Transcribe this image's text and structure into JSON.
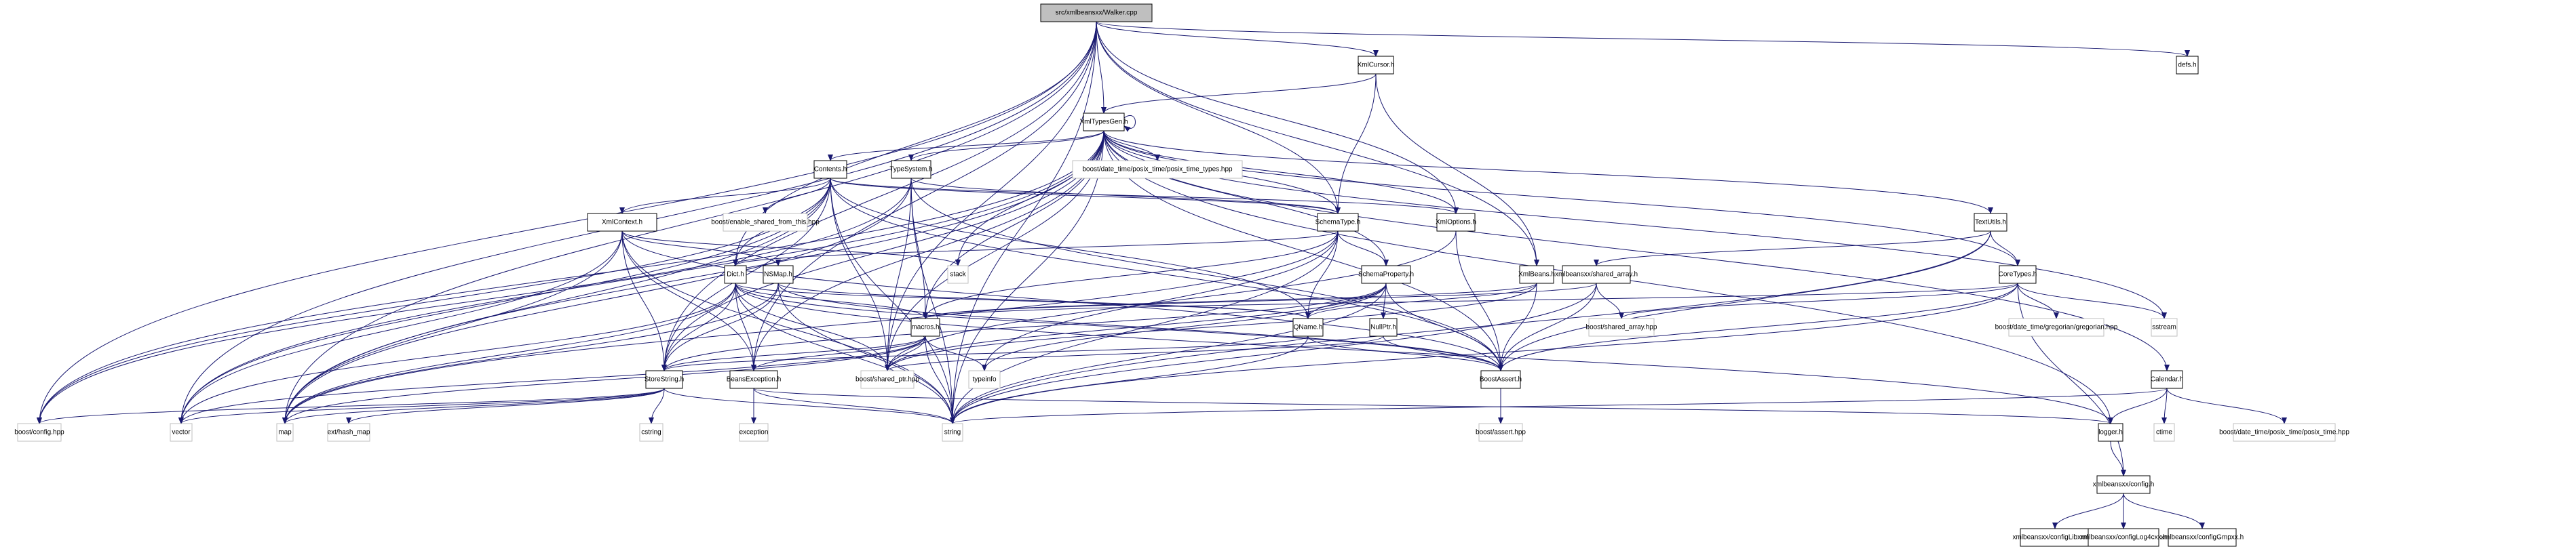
{
  "title": "src/xmlbeansxx/Walker.cpp",
  "diagram_type": "include dependency graph",
  "colors": {
    "edge": "#191970",
    "root_fill": "#bfbfbf",
    "doc_border": "#000000",
    "external_border": "#bfbfbf"
  },
  "nodes": [
    {
      "id": "walker",
      "label": "src/xmlbeansxx/Walker.cpp",
      "kind": "root"
    },
    {
      "id": "xmlcursor",
      "label": "XmlCursor.h",
      "kind": "doc"
    },
    {
      "id": "defs",
      "label": "defs.h",
      "kind": "doc"
    },
    {
      "id": "xmltypesgen",
      "label": "XmlTypesGen.h",
      "kind": "doc"
    },
    {
      "id": "contents",
      "label": "Contents.h",
      "kind": "doc"
    },
    {
      "id": "typesystem",
      "label": "TypeSystem.h",
      "kind": "doc"
    },
    {
      "id": "posixtimetypes",
      "label": "boost/date_time/posix_time/posix_time_types.hpp",
      "kind": "ext"
    },
    {
      "id": "xmlcontext",
      "label": "XmlContext.h",
      "kind": "doc"
    },
    {
      "id": "enableshared",
      "label": "boost/enable_shared_from_this.hpp",
      "kind": "ext"
    },
    {
      "id": "schematype",
      "label": "SchemaType.h",
      "kind": "doc"
    },
    {
      "id": "xmloptions",
      "label": "XmlOptions.h",
      "kind": "doc"
    },
    {
      "id": "textutils",
      "label": "TextUtils.h",
      "kind": "doc"
    },
    {
      "id": "dict",
      "label": "Dict.h",
      "kind": "doc"
    },
    {
      "id": "nsmap",
      "label": "NSMap.h",
      "kind": "doc"
    },
    {
      "id": "stack",
      "label": "stack",
      "kind": "ext"
    },
    {
      "id": "schemaproperty",
      "label": "SchemaProperty.h",
      "kind": "doc"
    },
    {
      "id": "xmlbeans",
      "label": "XmlBeans.h",
      "kind": "doc"
    },
    {
      "id": "sharedarrayh",
      "label": "xmlbeansxx/shared_array.h",
      "kind": "doc"
    },
    {
      "id": "coretypes",
      "label": "CoreTypes.h",
      "kind": "doc"
    },
    {
      "id": "macros",
      "label": "macros.h",
      "kind": "doc"
    },
    {
      "id": "qname",
      "label": "QName.h",
      "kind": "doc"
    },
    {
      "id": "nullptr",
      "label": "NullPtr.h",
      "kind": "doc"
    },
    {
      "id": "sharedarrayhpp",
      "label": "boost/shared_array.hpp",
      "kind": "ext"
    },
    {
      "id": "gregorian",
      "label": "boost/date_time/gregorian/gregorian.hpp",
      "kind": "ext"
    },
    {
      "id": "sstream",
      "label": "sstream",
      "kind": "ext"
    },
    {
      "id": "storestring",
      "label": "StoreString.h",
      "kind": "doc"
    },
    {
      "id": "beansexception",
      "label": "BeansException.h",
      "kind": "doc"
    },
    {
      "id": "sharedptr",
      "label": "boost/shared_ptr.hpp",
      "kind": "ext"
    },
    {
      "id": "typeinfo",
      "label": "typeinfo",
      "kind": "ext"
    },
    {
      "id": "boostasserth",
      "label": "BoostAssert.h",
      "kind": "doc"
    },
    {
      "id": "calendar",
      "label": "Calendar.h",
      "kind": "doc"
    },
    {
      "id": "boostconfig",
      "label": "boost/config.hpp",
      "kind": "ext"
    },
    {
      "id": "vector",
      "label": "vector",
      "kind": "ext"
    },
    {
      "id": "map",
      "label": "map",
      "kind": "ext"
    },
    {
      "id": "hashmap",
      "label": "ext/hash_map",
      "kind": "ext"
    },
    {
      "id": "cstring",
      "label": "cstring",
      "kind": "ext"
    },
    {
      "id": "exception",
      "label": "exception",
      "kind": "ext"
    },
    {
      "id": "string",
      "label": "string",
      "kind": "ext"
    },
    {
      "id": "boostassert",
      "label": "boost/assert.hpp",
      "kind": "ext"
    },
    {
      "id": "logger",
      "label": "logger.h",
      "kind": "doc"
    },
    {
      "id": "ctime",
      "label": "ctime",
      "kind": "ext"
    },
    {
      "id": "posixtime",
      "label": "boost/date_time/posix_time/posix_time.hpp",
      "kind": "ext"
    },
    {
      "id": "config",
      "label": "xmlbeansxx/config.h",
      "kind": "doc"
    },
    {
      "id": "configlibxml2",
      "label": "xmlbeansxx/configLibxml2.h",
      "kind": "doc"
    },
    {
      "id": "configlog4cxx",
      "label": "xmlbeansxx/configLog4cxx.h",
      "kind": "doc"
    },
    {
      "id": "configgmpxx",
      "label": "xmlbeansxx/configGmpxx.h",
      "kind": "doc"
    }
  ],
  "edges": [
    [
      "walker",
      "xmltypesgen"
    ],
    [
      "walker",
      "xmlcursor"
    ],
    [
      "walker",
      "defs"
    ],
    [
      "walker",
      "schematype"
    ],
    [
      "walker",
      "xmloptions"
    ],
    [
      "walker",
      "xmlbeans"
    ],
    [
      "walker",
      "dict"
    ],
    [
      "walker",
      "boostconfig"
    ],
    [
      "walker",
      "vector"
    ],
    [
      "walker",
      "map"
    ],
    [
      "walker",
      "string"
    ],
    [
      "walker",
      "storestring"
    ],
    [
      "walker",
      "beansexception"
    ],
    [
      "walker",
      "sharedptr"
    ],
    [
      "xmlcursor",
      "xmltypesgen"
    ],
    [
      "xmlcursor",
      "schematype"
    ],
    [
      "xmlcursor",
      "xmlbeans"
    ],
    [
      "xmltypesgen",
      "xmltypesgen"
    ],
    [
      "xmltypesgen",
      "posixtimetypes"
    ],
    [
      "xmltypesgen",
      "contents"
    ],
    [
      "xmltypesgen",
      "typesystem"
    ],
    [
      "xmltypesgen",
      "schematype"
    ],
    [
      "xmltypesgen",
      "xmloptions"
    ],
    [
      "xmltypesgen",
      "schemaproperty"
    ],
    [
      "xmltypesgen",
      "textutils"
    ],
    [
      "xmltypesgen",
      "coretypes"
    ],
    [
      "xmltypesgen",
      "calendar"
    ],
    [
      "xmltypesgen",
      "macros"
    ],
    [
      "xmltypesgen",
      "boostconfig"
    ],
    [
      "xmltypesgen",
      "vector"
    ],
    [
      "xmltypesgen",
      "map"
    ],
    [
      "xmltypesgen",
      "string"
    ],
    [
      "xmltypesgen",
      "storestring"
    ],
    [
      "xmltypesgen",
      "sharedptr"
    ],
    [
      "xmltypesgen",
      "stack"
    ],
    [
      "xmltypesgen",
      "sstream"
    ],
    [
      "xmltypesgen",
      "logger"
    ],
    [
      "xmltypesgen",
      "boostasserth"
    ],
    [
      "xmltypesgen",
      "beansexception"
    ],
    [
      "contents",
      "xmlcontext"
    ],
    [
      "contents",
      "enableshared"
    ],
    [
      "contents",
      "dict"
    ],
    [
      "contents",
      "schematype"
    ],
    [
      "contents",
      "sharedptr"
    ],
    [
      "contents",
      "string"
    ],
    [
      "contents",
      "map"
    ],
    [
      "contents",
      "vector"
    ],
    [
      "contents",
      "storestring"
    ],
    [
      "contents",
      "qname"
    ],
    [
      "contents",
      "boostasserth"
    ],
    [
      "contents",
      "xmloptions"
    ],
    [
      "contents",
      "boostconfig"
    ],
    [
      "typesystem",
      "schematype"
    ],
    [
      "typesystem",
      "sharedptr"
    ],
    [
      "typesystem",
      "string"
    ],
    [
      "typesystem",
      "map"
    ],
    [
      "typesystem",
      "macros"
    ],
    [
      "typesystem",
      "boostconfig"
    ],
    [
      "typesystem",
      "boostasserth"
    ],
    [
      "xmlcontext",
      "nsmap"
    ],
    [
      "xmlcontext",
      "stack"
    ],
    [
      "xmlcontext",
      "storestring"
    ],
    [
      "xmlcontext",
      "vector"
    ],
    [
      "xmlcontext",
      "map"
    ],
    [
      "xmlcontext",
      "string"
    ],
    [
      "xmlcontext",
      "beansexception"
    ],
    [
      "xmlcontext",
      "boostasserth"
    ],
    [
      "schematype",
      "schemaproperty"
    ],
    [
      "schematype",
      "qname"
    ],
    [
      "schematype",
      "macros"
    ],
    [
      "schematype",
      "dict"
    ],
    [
      "schematype",
      "typeinfo"
    ],
    [
      "schematype",
      "map"
    ],
    [
      "schematype",
      "string"
    ],
    [
      "xmloptions",
      "boostasserth"
    ],
    [
      "xmloptions",
      "sharedptr"
    ],
    [
      "textutils",
      "coretypes"
    ],
    [
      "textutils",
      "sharedarrayh"
    ],
    [
      "textutils",
      "string"
    ],
    [
      "textutils",
      "boostasserth"
    ],
    [
      "dict",
      "macros"
    ],
    [
      "dict",
      "qname"
    ],
    [
      "dict",
      "storestring"
    ],
    [
      "dict",
      "beansexception"
    ],
    [
      "dict",
      "sharedptr"
    ],
    [
      "dict",
      "string"
    ],
    [
      "dict",
      "map"
    ],
    [
      "dict",
      "vector"
    ],
    [
      "dict",
      "boostasserth"
    ],
    [
      "dict",
      "logger"
    ],
    [
      "nsmap",
      "qname"
    ],
    [
      "nsmap",
      "storestring"
    ],
    [
      "nsmap",
      "string"
    ],
    [
      "nsmap",
      "boostasserth"
    ],
    [
      "nsmap",
      "map"
    ],
    [
      "schemaproperty",
      "qname"
    ],
    [
      "schemaproperty",
      "nullptr"
    ],
    [
      "schemaproperty",
      "typeinfo"
    ],
    [
      "schemaproperty",
      "storestring"
    ],
    [
      "schemaproperty",
      "string"
    ],
    [
      "schemaproperty",
      "boostasserth"
    ],
    [
      "schemaproperty",
      "sharedptr"
    ],
    [
      "xmlbeans",
      "qname"
    ],
    [
      "xmlbeans",
      "boostasserth"
    ],
    [
      "xmlbeans",
      "macros"
    ],
    [
      "xmlbeans",
      "sharedptr"
    ],
    [
      "sharedarrayh",
      "sharedarrayhpp"
    ],
    [
      "sharedarrayh",
      "boostasserth"
    ],
    [
      "sharedarrayh",
      "string"
    ],
    [
      "sharedarrayh",
      "macros"
    ],
    [
      "coretypes",
      "gregorian"
    ],
    [
      "coretypes",
      "sstream"
    ],
    [
      "coretypes",
      "sharedarrayhpp"
    ],
    [
      "coretypes",
      "config"
    ],
    [
      "coretypes",
      "string"
    ],
    [
      "coretypes",
      "macros"
    ],
    [
      "coretypes",
      "boostasserth"
    ],
    [
      "macros",
      "sharedptr"
    ],
    [
      "macros",
      "typeinfo"
    ],
    [
      "macros",
      "storestring"
    ],
    [
      "macros",
      "beansexception"
    ],
    [
      "macros",
      "vector"
    ],
    [
      "macros",
      "map"
    ],
    [
      "macros",
      "string"
    ],
    [
      "qname",
      "storestring"
    ],
    [
      "qname",
      "string"
    ],
    [
      "qname",
      "boostasserth"
    ],
    [
      "nullptr",
      "sharedptr"
    ],
    [
      "nullptr",
      "boostasserth"
    ],
    [
      "storestring",
      "hashmap"
    ],
    [
      "storestring",
      "cstring"
    ],
    [
      "storestring",
      "string"
    ],
    [
      "storestring",
      "boostconfig"
    ],
    [
      "storestring",
      "vector"
    ],
    [
      "storestring",
      "map"
    ],
    [
      "beansexception",
      "exception"
    ],
    [
      "beansexception",
      "string"
    ],
    [
      "beansexception",
      "logger"
    ],
    [
      "boostasserth",
      "boostassert"
    ],
    [
      "calendar",
      "logger"
    ],
    [
      "calendar",
      "ctime"
    ],
    [
      "calendar",
      "posixtime"
    ],
    [
      "calendar",
      "string"
    ],
    [
      "logger",
      "config"
    ],
    [
      "config",
      "configlibxml2"
    ],
    [
      "config",
      "configlog4cxx"
    ],
    [
      "config",
      "configgmpxx"
    ]
  ]
}
